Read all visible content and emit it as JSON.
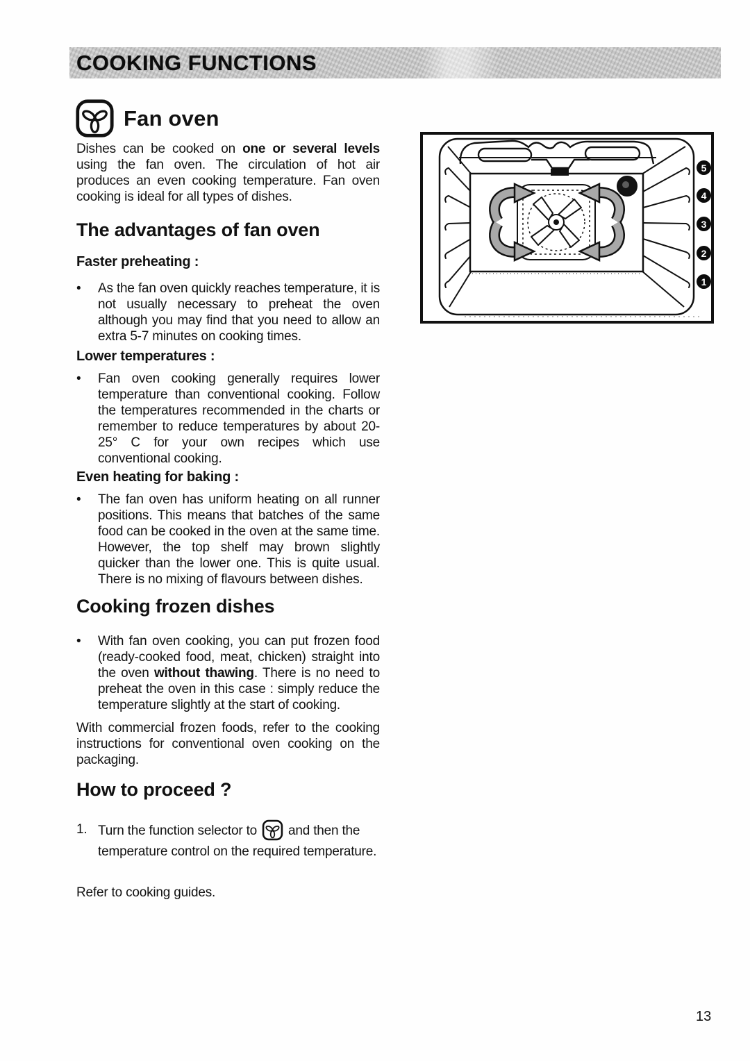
{
  "header": {
    "title": "COOKING FUNCTIONS"
  },
  "fan_oven": {
    "title": "Fan oven"
  },
  "intro": {
    "pre": "Dishes can be cooked on ",
    "bold": "one or several levels",
    "post": " using the fan oven. The circulation of hot air produces an even cooking temperature. Fan oven cooking is ideal for all types of dishes."
  },
  "advantages": {
    "title": "The advantages of fan oven",
    "bullet_char": "•",
    "faster": {
      "heading": "Faster preheating :",
      "text": "As the fan oven quickly reaches temperature, it is not usually necessary to preheat the oven although you may find that you need to allow an extra 5-7 minutes on cooking times."
    },
    "lower": {
      "heading": "Lower temperatures :",
      "text": "Fan oven cooking generally requires lower temperature than conventional cooking. Follow the temperatures recommended in the charts or remember to reduce temperatures by about 20-25° C for your own recipes which use conventional cooking."
    },
    "even": {
      "heading": "Even heating for baking :",
      "text": "The fan oven has uniform heating on all runner positions. This means that batches of the same food can be cooked in the oven at the same time. However, the top shelf may brown slightly quicker than the lower one. This is quite usual. There is no mixing of flavours between dishes."
    }
  },
  "frozen": {
    "title": "Cooking frozen dishes",
    "bullet": {
      "pre": "With fan oven cooking, you can put frozen food (ready-cooked food, meat, chicken) straight into the oven ",
      "bold": "without thawing",
      "post": ". There is no need to preheat the oven in this case : simply reduce the temperature slightly at the start of cooking."
    },
    "paragraph": "With commercial frozen foods, refer to the cooking instructions for conventional oven cooking on the packaging."
  },
  "proceed": {
    "title": "How to proceed ?",
    "step_number": "1.",
    "step_pre": "Turn the function selector to",
    "step_post": "and then the temperature control on the required temperature.",
    "footer_note": "Refer to cooking guides."
  },
  "illustration": {
    "shelf_levels": [
      "5",
      "4",
      "3",
      "2",
      "1"
    ]
  },
  "page_number": "13",
  "colors": {
    "bar_grey": "#c7c7c7",
    "ink": "#111111",
    "arrow_grey": "#a8a8a8"
  }
}
